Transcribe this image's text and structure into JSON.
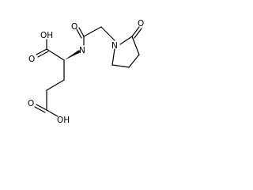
{
  "molecule": {
    "atom_labels": {
      "amide_o": "O",
      "amide_n": "N",
      "ring_n": "N",
      "ring_o": "O",
      "alpha_acid_oh": "OH",
      "alpha_acid_o": "O",
      "side_acid_o": "O",
      "side_acid_oh": "OH"
    }
  }
}
